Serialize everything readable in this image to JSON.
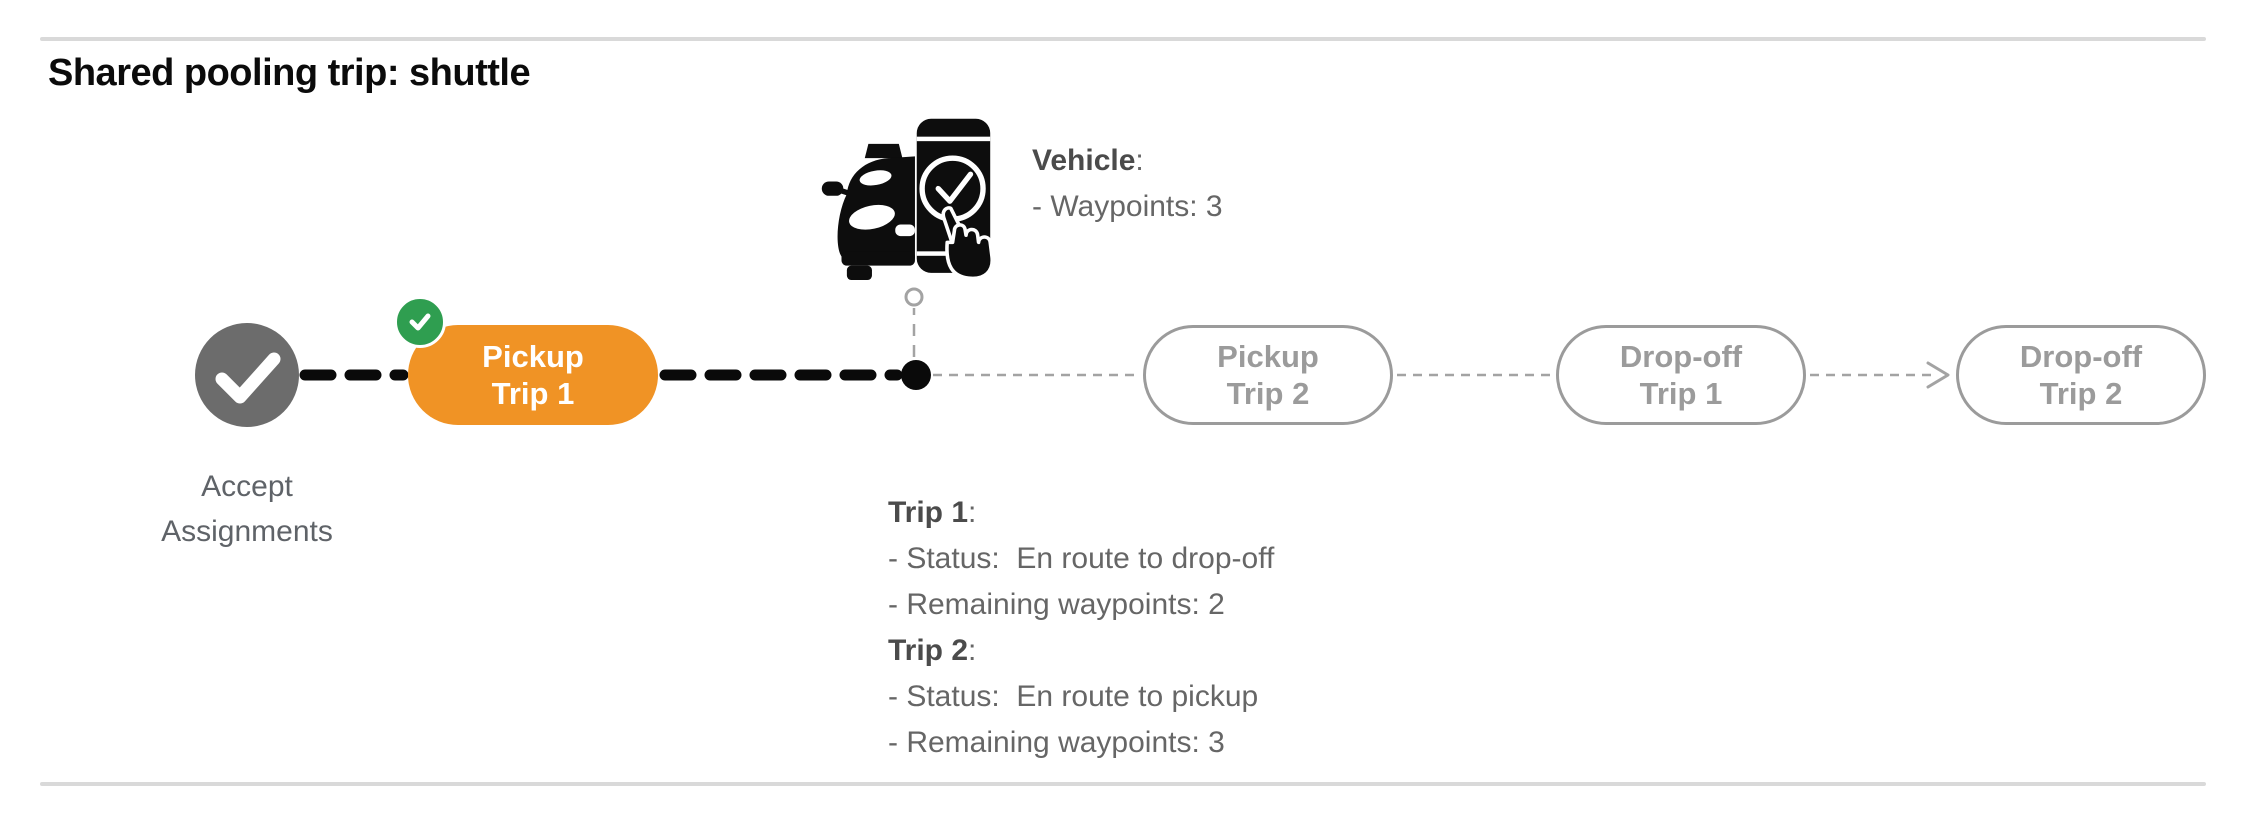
{
  "title": "Shared pooling trip: shuttle",
  "punct": {
    "colon": ":"
  },
  "vehicle": {
    "label": "Vehicle",
    "waypoints_line": "- Waypoints: 3"
  },
  "timeline": {
    "start": {
      "label_line1": "Accept",
      "label_line2": "Assignments"
    },
    "nodes": [
      {
        "line1": "Pickup",
        "line2": "Trip 1",
        "state": "completed"
      },
      {
        "line1": "Pickup",
        "line2": "Trip 2",
        "state": "pending"
      },
      {
        "line1": "Drop-off",
        "line2": "Trip 1",
        "state": "pending"
      },
      {
        "line1": "Drop-off",
        "line2": "Trip 2",
        "state": "pending"
      }
    ]
  },
  "trips": [
    {
      "label": "Trip 1",
      "status_line": "- Status:  En route to drop-off",
      "waypoints_line": "- Remaining waypoints: 2"
    },
    {
      "label": "Trip 2",
      "status_line": "- Status:  En route to pickup",
      "waypoints_line": "- Remaining waypoints: 3"
    }
  ],
  "icons": {
    "vehicle": "car-phone-check-icon",
    "start_node": "check-icon",
    "completed_badge": "check-icon",
    "current_position": "dot-marker",
    "last_connector": "arrow-right-icon"
  },
  "colors": {
    "accent_orange": "#f09325",
    "badge_green": "#2f9e50",
    "node_gray": "#6c6c6c",
    "pending_gray": "#9b9b9b",
    "text_gray": "#666666",
    "connector_black": "#0a0a0a",
    "divider": "#d9d9d9"
  }
}
